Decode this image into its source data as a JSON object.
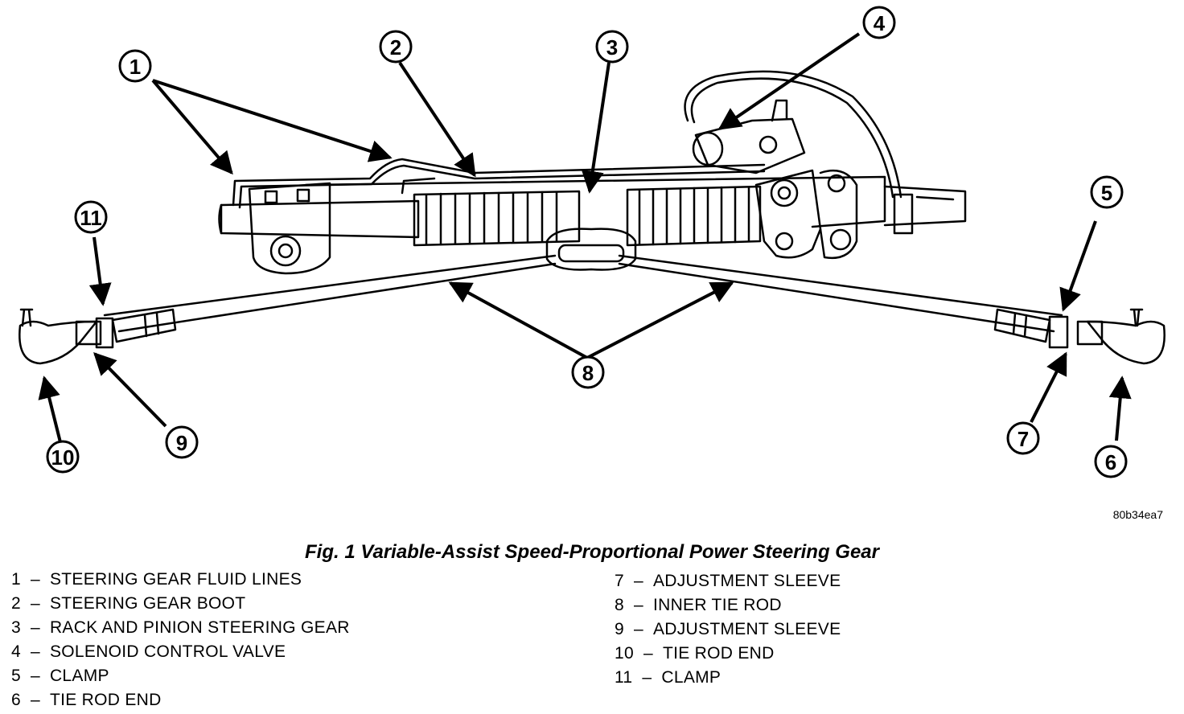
{
  "figure": {
    "code": "80b34ea7",
    "caption": "Fig. 1 Variable-Assist Speed-Proportional Power Steering Gear"
  },
  "callouts": [
    "1",
    "2",
    "3",
    "4",
    "5",
    "6",
    "7",
    "8",
    "9",
    "10",
    "11"
  ],
  "legend": {
    "left": [
      {
        "num": "1",
        "label": "STEERING GEAR FLUID LINES"
      },
      {
        "num": "2",
        "label": "STEERING GEAR BOOT"
      },
      {
        "num": "3",
        "label": "RACK AND PINION STEERING GEAR"
      },
      {
        "num": "4",
        "label": "SOLENOID CONTROL VALVE"
      },
      {
        "num": "5",
        "label": "CLAMP"
      },
      {
        "num": "6",
        "label": "TIE ROD END"
      }
    ],
    "right": [
      {
        "num": "7",
        "label": "ADJUSTMENT SLEEVE"
      },
      {
        "num": "8",
        "label": "INNER TIE ROD"
      },
      {
        "num": "9",
        "label": "ADJUSTMENT SLEEVE"
      },
      {
        "num": "10",
        "label": "TIE ROD END"
      },
      {
        "num": "11",
        "label": "CLAMP"
      }
    ]
  }
}
